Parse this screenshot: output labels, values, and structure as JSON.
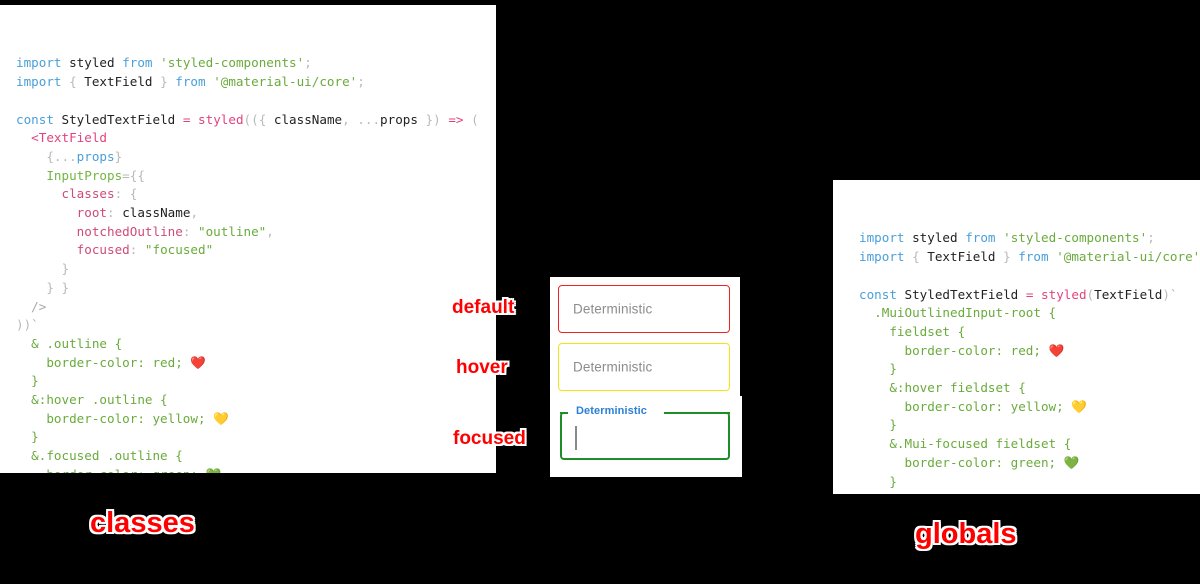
{
  "left_panel": {
    "name": "classes",
    "lines": [
      [
        {
          "t": "import",
          "c": "kw"
        },
        {
          "t": " ",
          "c": "pun"
        },
        {
          "t": "styled",
          "c": "def"
        },
        {
          "t": " ",
          "c": "pun"
        },
        {
          "t": "from",
          "c": "kw"
        },
        {
          "t": " ",
          "c": "pun"
        },
        {
          "t": "'styled-components'",
          "c": "str"
        },
        {
          "t": ";",
          "c": "pun"
        }
      ],
      [
        {
          "t": "import",
          "c": "kw"
        },
        {
          "t": " { ",
          "c": "pun"
        },
        {
          "t": "TextField",
          "c": "def"
        },
        {
          "t": " } ",
          "c": "pun"
        },
        {
          "t": "from",
          "c": "kw"
        },
        {
          "t": " ",
          "c": "pun"
        },
        {
          "t": "'@material-ui/core'",
          "c": "str"
        },
        {
          "t": ";",
          "c": "pun"
        }
      ],
      [],
      [
        {
          "t": "const",
          "c": "kw"
        },
        {
          "t": " ",
          "c": "pun"
        },
        {
          "t": "StyledTextField",
          "c": "def"
        },
        {
          "t": " ",
          "c": "pun"
        },
        {
          "t": "=",
          "c": "op"
        },
        {
          "t": " ",
          "c": "pun"
        },
        {
          "t": "styled",
          "c": "fn"
        },
        {
          "t": "((",
          "c": "pun"
        },
        {
          "t": "{ ",
          "c": "pun"
        },
        {
          "t": "className",
          "c": "def"
        },
        {
          "t": ", ",
          "c": "pun"
        },
        {
          "t": "...",
          "c": "pun"
        },
        {
          "t": "props",
          "c": "def"
        },
        {
          "t": " }) ",
          "c": "pun"
        },
        {
          "t": "=>",
          "c": "op"
        },
        {
          "t": " (",
          "c": "pun"
        }
      ],
      [
        {
          "t": "  ",
          "c": "pun"
        },
        {
          "t": "<TextField",
          "c": "fn"
        }
      ],
      [
        {
          "t": "    {",
          "c": "pun"
        },
        {
          "t": "...",
          "c": "pun"
        },
        {
          "t": "props",
          "c": "var"
        },
        {
          "t": "}",
          "c": "pun"
        }
      ],
      [
        {
          "t": "    ",
          "c": "pun"
        },
        {
          "t": "InputProps",
          "c": "attr"
        },
        {
          "t": "=",
          "c": "pun"
        },
        {
          "t": "{{",
          "c": "pun"
        }
      ],
      [
        {
          "t": "      ",
          "c": "pun"
        },
        {
          "t": "classes",
          "c": "key"
        },
        {
          "t": ": ",
          "c": "pun"
        },
        {
          "t": "{",
          "c": "pun"
        }
      ],
      [
        {
          "t": "        ",
          "c": "pun"
        },
        {
          "t": "root",
          "c": "key"
        },
        {
          "t": ": ",
          "c": "pun"
        },
        {
          "t": "className",
          "c": "def"
        },
        {
          "t": ",",
          "c": "pun"
        }
      ],
      [
        {
          "t": "        ",
          "c": "pun"
        },
        {
          "t": "notchedOutline",
          "c": "key"
        },
        {
          "t": ": ",
          "c": "pun"
        },
        {
          "t": "\"outline\"",
          "c": "str"
        },
        {
          "t": ",",
          "c": "pun"
        }
      ],
      [
        {
          "t": "        ",
          "c": "pun"
        },
        {
          "t": "focused",
          "c": "key"
        },
        {
          "t": ": ",
          "c": "pun"
        },
        {
          "t": "\"focused\"",
          "c": "str"
        }
      ],
      [
        {
          "t": "      }",
          "c": "pun"
        }
      ],
      [
        {
          "t": "    } }",
          "c": "pun"
        }
      ],
      [
        {
          "t": "  />",
          "c": "gray"
        }
      ],
      [
        {
          "t": "))",
          "c": "pun"
        },
        {
          "t": "`",
          "c": "gray"
        }
      ],
      [
        {
          "t": "  & .outline {",
          "c": "str"
        }
      ],
      [
        {
          "t": "    border-color: red; ",
          "c": "str"
        },
        {
          "t": "❤️",
          "c": "emoji"
        }
      ],
      [
        {
          "t": "  }",
          "c": "str"
        }
      ],
      [
        {
          "t": "  &:hover .outline {",
          "c": "str"
        }
      ],
      [
        {
          "t": "    border-color: yellow; ",
          "c": "str"
        },
        {
          "t": "💛",
          "c": "emoji"
        }
      ],
      [
        {
          "t": "  }",
          "c": "str"
        }
      ],
      [
        {
          "t": "  &.focused .outline {",
          "c": "str"
        }
      ],
      [
        {
          "t": "    border-color: green; ",
          "c": "str"
        },
        {
          "t": "💚",
          "c": "emoji"
        }
      ],
      [
        {
          "t": "  }",
          "c": "str"
        }
      ],
      [
        {
          "t": "`",
          "c": "gray"
        }
      ],
      [
        {
          "t": "  ;",
          "c": "gray"
        }
      ]
    ]
  },
  "right_panel": {
    "name": "globals",
    "lines": [
      [
        {
          "t": "import",
          "c": "kw"
        },
        {
          "t": " ",
          "c": "pun"
        },
        {
          "t": "styled",
          "c": "def"
        },
        {
          "t": " ",
          "c": "pun"
        },
        {
          "t": "from",
          "c": "kw"
        },
        {
          "t": " ",
          "c": "pun"
        },
        {
          "t": "'styled-components'",
          "c": "str"
        },
        {
          "t": ";",
          "c": "pun"
        }
      ],
      [
        {
          "t": "import",
          "c": "kw"
        },
        {
          "t": " { ",
          "c": "pun"
        },
        {
          "t": "TextField",
          "c": "def"
        },
        {
          "t": " } ",
          "c": "pun"
        },
        {
          "t": "from",
          "c": "kw"
        },
        {
          "t": " ",
          "c": "pun"
        },
        {
          "t": "'@material-ui/core'",
          "c": "str"
        },
        {
          "t": ";",
          "c": "pun"
        }
      ],
      [],
      [
        {
          "t": "const",
          "c": "kw"
        },
        {
          "t": " ",
          "c": "pun"
        },
        {
          "t": "StyledTextField",
          "c": "def"
        },
        {
          "t": " ",
          "c": "pun"
        },
        {
          "t": "=",
          "c": "op"
        },
        {
          "t": " ",
          "c": "pun"
        },
        {
          "t": "styled",
          "c": "fn"
        },
        {
          "t": "(",
          "c": "pun"
        },
        {
          "t": "TextField",
          "c": "def"
        },
        {
          "t": ")",
          "c": "pun"
        },
        {
          "t": "`",
          "c": "gray"
        }
      ],
      [
        {
          "t": "  .MuiOutlinedInput-root {",
          "c": "str"
        }
      ],
      [
        {
          "t": "    fieldset {",
          "c": "str"
        }
      ],
      [
        {
          "t": "      border-color: red; ",
          "c": "str"
        },
        {
          "t": "❤️",
          "c": "emoji"
        }
      ],
      [
        {
          "t": "    }",
          "c": "str"
        }
      ],
      [
        {
          "t": "    &:hover fieldset {",
          "c": "str"
        }
      ],
      [
        {
          "t": "      border-color: yellow; ",
          "c": "str"
        },
        {
          "t": "💛",
          "c": "emoji"
        }
      ],
      [
        {
          "t": "    }",
          "c": "str"
        }
      ],
      [
        {
          "t": "    &.Mui-focused fieldset {",
          "c": "str"
        }
      ],
      [
        {
          "t": "      border-color: green; ",
          "c": "str"
        },
        {
          "t": "💚",
          "c": "emoji"
        }
      ],
      [
        {
          "t": "    }",
          "c": "str"
        }
      ],
      [
        {
          "t": "  }",
          "c": "str"
        }
      ],
      [
        {
          "t": "`",
          "c": "gray"
        }
      ],
      [
        {
          "t": "  ;",
          "c": "gray"
        }
      ]
    ]
  },
  "demo": {
    "fields": [
      {
        "state": "default",
        "label": "Deterministic",
        "border_color": "#f32222",
        "floating_label": false,
        "has_caret": false
      },
      {
        "state": "hover",
        "label": "Deterministic",
        "border_color": "#f2e416",
        "floating_label": false,
        "has_caret": false
      },
      {
        "state": "focused",
        "label": "Deterministic",
        "border_color": "#1e8c27",
        "floating_label": true,
        "has_caret": true
      }
    ],
    "focused_label_color": "#2b7fd4",
    "placeholder_color": "#8c8c8c"
  },
  "annotations": {
    "state_default": "default",
    "state_hover": "hover",
    "state_focused": "focused",
    "title_left": "classes",
    "title_right": "globals",
    "color": "#ff0000"
  },
  "colors": {
    "background": "#000000",
    "panel": "#ffffff",
    "keyword": "#4a9fd8",
    "string": "#6aab3c",
    "function": "#e2437d",
    "object_key": "#d04a7a",
    "punctuation": "#b9b9b9",
    "identifier": "#222222"
  }
}
